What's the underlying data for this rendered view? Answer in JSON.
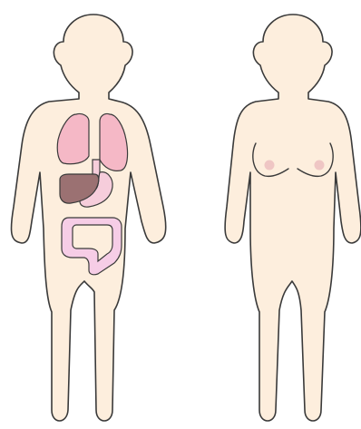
{
  "colors": {
    "skin": "#fdeedd",
    "outline": "#3a3a3a",
    "lung": "#f5b8c6",
    "liver": "#9b7172",
    "stomach": "#f6cddb",
    "intestine": "#f6cde6",
    "nipple": "#efc6c4",
    "background": "#ffffff"
  },
  "figures": [
    {
      "id": "figure-with-organs",
      "organs": [
        "left-lung",
        "right-lung",
        "esophagus",
        "liver",
        "stomach",
        "intestines"
      ]
    },
    {
      "id": "female-figure",
      "features": [
        "breasts",
        "nipples"
      ]
    }
  ]
}
